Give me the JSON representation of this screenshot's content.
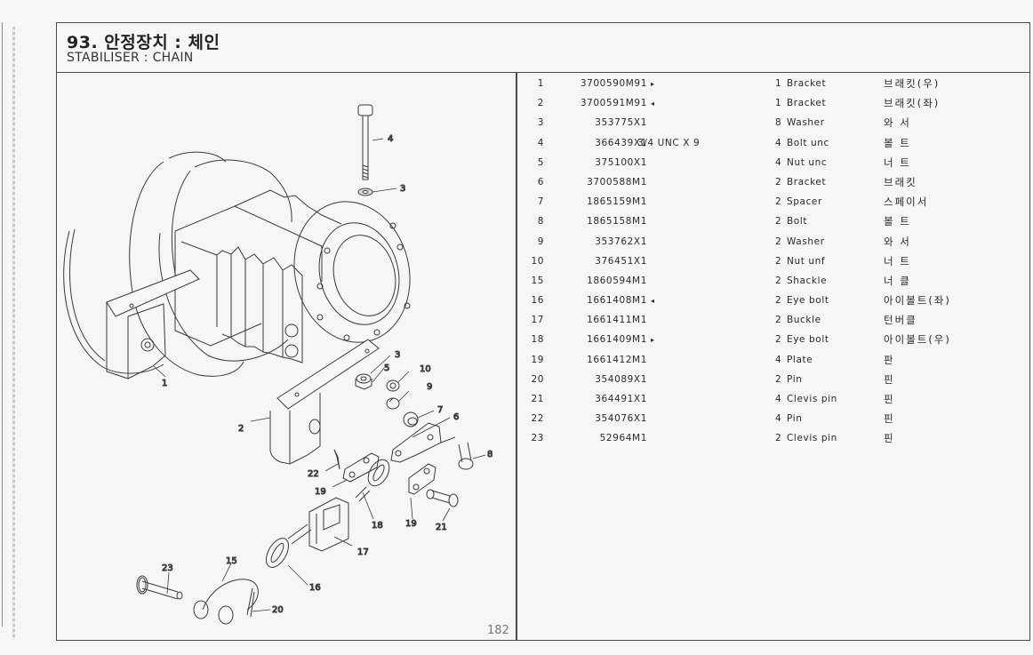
{
  "header": {
    "title_ko": "93. 안정장치 : 체인",
    "title_en": "STABILISER : CHAIN"
  },
  "page_number": "182",
  "diagram": {
    "callouts": [
      "1",
      "2",
      "3",
      "4",
      "5",
      "6",
      "7",
      "8",
      "9",
      "10",
      "15",
      "16",
      "17",
      "18",
      "19",
      "20",
      "21",
      "22",
      "23"
    ]
  },
  "parts": [
    {
      "ref": "1",
      "part_no": "3700590M91",
      "marker": "▸",
      "note": "",
      "qty": "1",
      "desc": "Bracket",
      "desc_ko": "브래킷(우)"
    },
    {
      "ref": "2",
      "part_no": "3700591M91",
      "marker": "◂",
      "note": "",
      "qty": "1",
      "desc": "Bracket",
      "desc_ko": "브래킷(좌)"
    },
    {
      "ref": "3",
      "part_no": "353775X1",
      "marker": "",
      "note": "",
      "qty": "8",
      "desc": "Washer",
      "desc_ko": "와  서"
    },
    {
      "ref": "4",
      "part_no": "366439X1",
      "marker": "",
      "note": "3/4 UNC X 9",
      "qty": "4",
      "desc": "Bolt unc",
      "desc_ko": "볼  트"
    },
    {
      "ref": "5",
      "part_no": "375100X1",
      "marker": "",
      "note": "",
      "qty": "4",
      "desc": "Nut unc",
      "desc_ko": "너  트"
    },
    {
      "ref": "6",
      "part_no": "3700588M1",
      "marker": "",
      "note": "",
      "qty": "2",
      "desc": "Bracket",
      "desc_ko": "브래킷"
    },
    {
      "ref": "7",
      "part_no": "1865159M1",
      "marker": "",
      "note": "",
      "qty": "2",
      "desc": "Spacer",
      "desc_ko": "스페이서"
    },
    {
      "ref": "8",
      "part_no": "1865158M1",
      "marker": "",
      "note": "",
      "qty": "2",
      "desc": "Bolt",
      "desc_ko": "볼  트"
    },
    {
      "ref": "9",
      "part_no": "353762X1",
      "marker": "",
      "note": "",
      "qty": "2",
      "desc": "Washer",
      "desc_ko": "와  서"
    },
    {
      "ref": "10",
      "part_no": "376451X1",
      "marker": "",
      "note": "",
      "qty": "2",
      "desc": "Nut unf",
      "desc_ko": "너  트"
    },
    {
      "ref": "15",
      "part_no": "1860594M1",
      "marker": "",
      "note": "",
      "qty": "2",
      "desc": "Shackle",
      "desc_ko": "너  클"
    },
    {
      "ref": "16",
      "part_no": "1661408M1",
      "marker": "◂",
      "note": "",
      "qty": "2",
      "desc": "Eye bolt",
      "desc_ko": "아이볼트(좌)"
    },
    {
      "ref": "17",
      "part_no": "1661411M1",
      "marker": "",
      "note": "",
      "qty": "2",
      "desc": "Buckle",
      "desc_ko": "턴버클"
    },
    {
      "ref": "18",
      "part_no": "1661409M1",
      "marker": "▸",
      "note": "",
      "qty": "2",
      "desc": "Eye bolt",
      "desc_ko": "아이볼트(우)"
    },
    {
      "ref": "19",
      "part_no": "1661412M1",
      "marker": "",
      "note": "",
      "qty": "4",
      "desc": "Plate",
      "desc_ko": "판"
    },
    {
      "ref": "20",
      "part_no": "354089X1",
      "marker": "",
      "note": "",
      "qty": "2",
      "desc": "Pin",
      "desc_ko": "핀"
    },
    {
      "ref": "21",
      "part_no": "364491X1",
      "marker": "",
      "note": "",
      "qty": "4",
      "desc": "Clevis pin",
      "desc_ko": "핀"
    },
    {
      "ref": "22",
      "part_no": "354076X1",
      "marker": "",
      "note": "",
      "qty": "4",
      "desc": "Pin",
      "desc_ko": "핀"
    },
    {
      "ref": "23",
      "part_no": "52964M1",
      "marker": "",
      "note": "",
      "qty": "2",
      "desc": "Clevis pin",
      "desc_ko": "핀"
    }
  ]
}
